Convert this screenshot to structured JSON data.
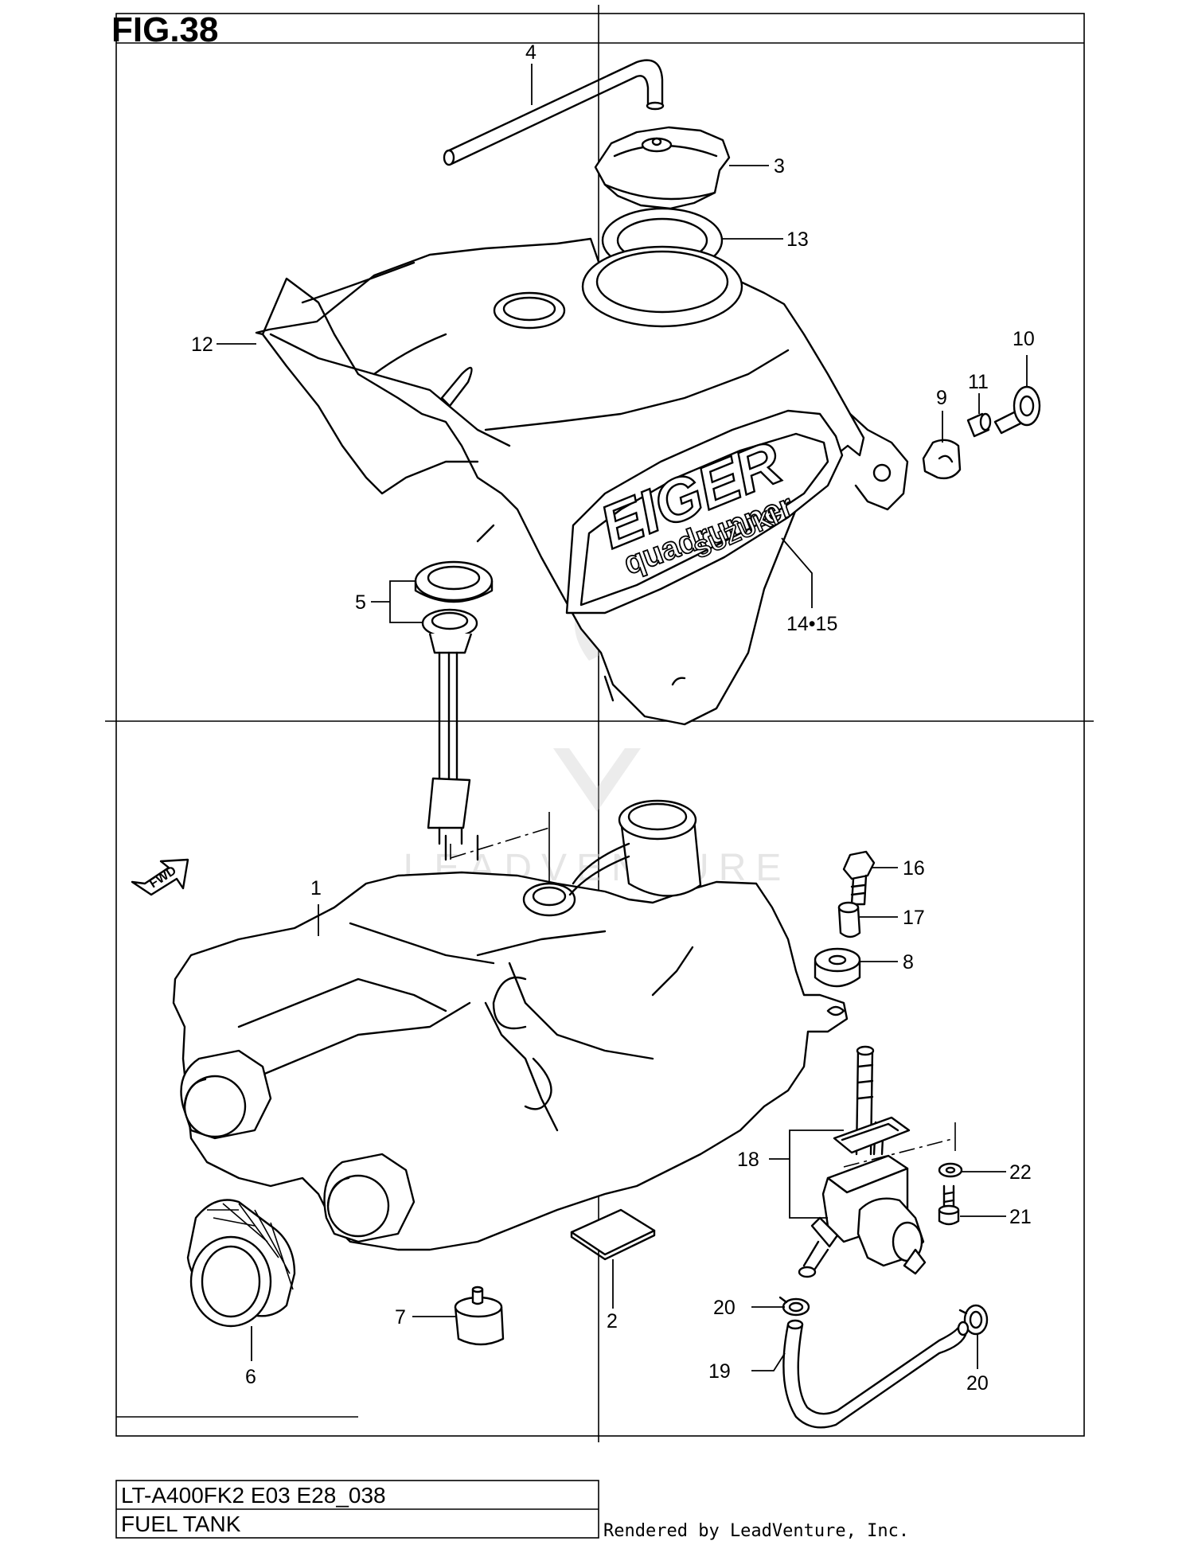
{
  "figure": {
    "title": "FIG.38"
  },
  "title_block": {
    "model_code": "LT-A400FK2 E03 E28_038",
    "name": "FUEL TANK"
  },
  "credit": "Rendered by LeadVenture, Inc.",
  "watermark": "LEADVENTURE",
  "tank_cover_lettering": {
    "brand": "EIGER",
    "line": "quadrunner",
    "maker": "SUZUKI"
  },
  "fwd_mark": "FWD",
  "callouts": {
    "c1": "1",
    "c2": "2",
    "c3": "3",
    "c4": "4",
    "c5": "5",
    "c6": "6",
    "c7": "7",
    "c8": "8",
    "c9": "9",
    "c10": "10",
    "c11": "11",
    "c12": "12",
    "c13": "13",
    "c14_15": "14•15",
    "c16": "16",
    "c17": "17",
    "c18": "18",
    "c19": "19",
    "c20a": "20",
    "c20b": "20",
    "c21": "21",
    "c22": "22"
  },
  "colors": {
    "line": "#000000",
    "background": "#ffffff"
  }
}
